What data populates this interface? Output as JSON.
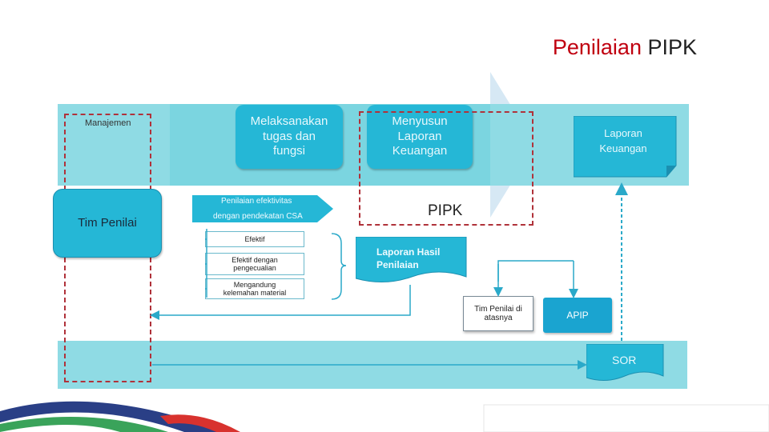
{
  "title": {
    "highlight": "Penilaian",
    "rest": " PIPK"
  },
  "nodes": {
    "manajemen": "Manajemen",
    "melaksanakan": "Melaksanakan tugas dan fungsi",
    "menyusun": "Menyusun Laporan Keuangan",
    "laporan_keuangan": "Laporan Keuangan",
    "tim_penilai": "Tim Penilai",
    "penilaian_efektivitas_line1": "Penilaian efektivitas",
    "penilaian_efektivitas_line2": "dengan pendekatan CSA",
    "pipk": "PIPK",
    "efektif": "Efektif",
    "efektif_pengecualian": "Efektif dengan pengecualian",
    "mengandung": "Mengandung kelemahan material",
    "laporan_hasil": "Laporan Hasil Penilaian",
    "tim_penilai_atas": "Tim Penilai di atasnya",
    "apip": "APIP",
    "sor": "SOR"
  },
  "colors": {
    "accent_red": "#c00010",
    "band": "#8fdbe4",
    "box": "#25b7d6",
    "dark_box": "#1aa4d0",
    "arrow": "#2aa9c9",
    "dashed_border": "#b0323a"
  }
}
